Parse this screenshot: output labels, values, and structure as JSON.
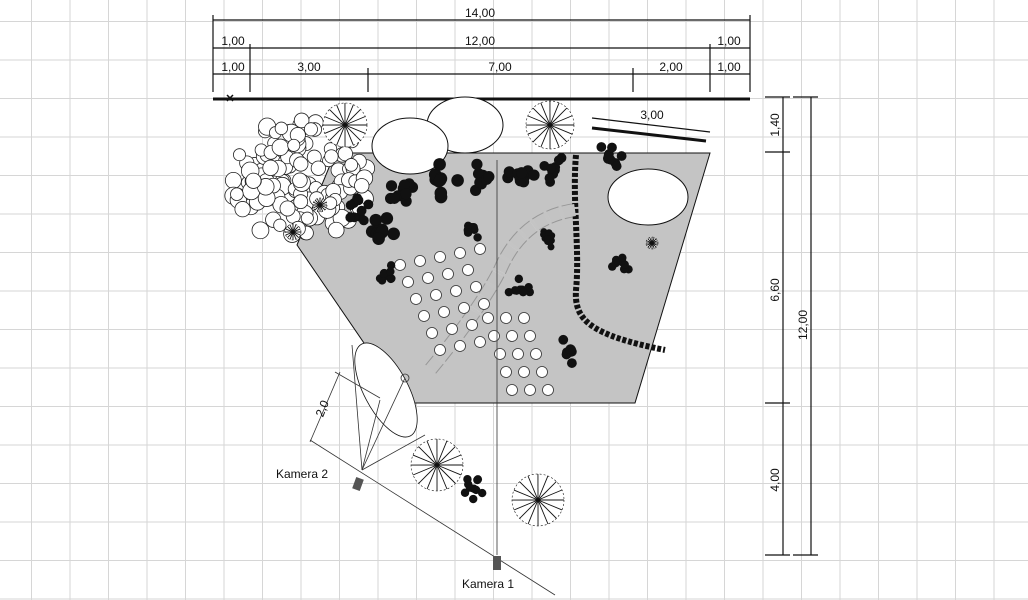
{
  "dimensions": {
    "top_total": "14,00",
    "top_inner": "12,00",
    "top_left_margin_1": "1,00",
    "top_right_margin_1": "1,00",
    "top_left_margin_2": "1,00",
    "top_segment_1": "3,00",
    "top_segment_2": "7,00",
    "top_segment_3": "2,00",
    "top_right_margin_2": "1,00",
    "path_length": "3,00",
    "right_segment_1": "1,40",
    "right_segment_2": "6,60",
    "right_segment_3": "4,00",
    "right_total": "12,00",
    "camera_distance": "2,0"
  },
  "cameras": {
    "camera_1": "Kamera 1",
    "camera_2": "Kamera 2"
  },
  "colors": {
    "grid": "#d4d4d4",
    "area": "#c4c4c4",
    "ink": "#111111"
  }
}
